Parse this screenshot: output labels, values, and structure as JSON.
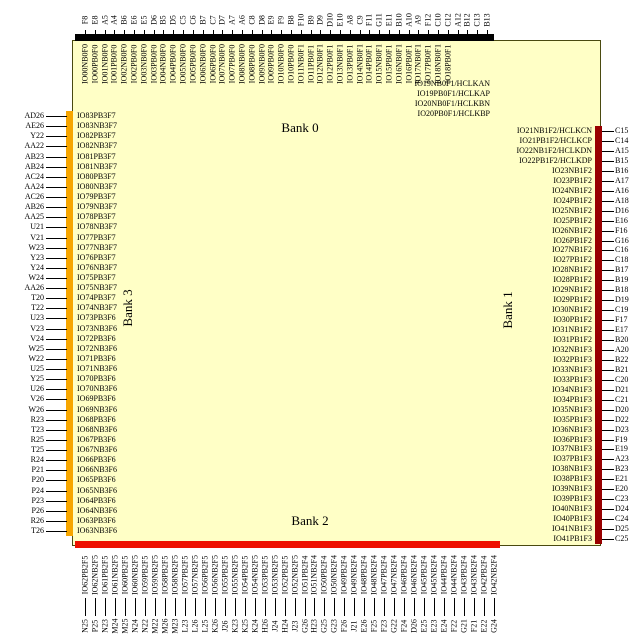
{
  "diagram": {
    "banks": [
      {
        "name": "Bank 0",
        "side": "top",
        "color": "#000000"
      },
      {
        "name": "Bank 1",
        "side": "right",
        "color": "#990000"
      },
      {
        "name": "Bank 2",
        "side": "bottom",
        "color": "#ee1100"
      },
      {
        "name": "Bank 3",
        "side": "left",
        "color": "#f7a600"
      }
    ],
    "top": {
      "balls": [
        "F8",
        "E8",
        "A5",
        "A4",
        "B6",
        "E6",
        "E5",
        "D6",
        "B5",
        "D5",
        "C5",
        "C6",
        "B7",
        "C7",
        "D7",
        "A7",
        "A6",
        "C8",
        "D8",
        "E9",
        "F9",
        "B8",
        "F10",
        "B9",
        "D9",
        "D10",
        "E10",
        "A8",
        "C9",
        "F11",
        "G11",
        "E11",
        "B10",
        "A10",
        "A9",
        "F12",
        "C10",
        "C12",
        "A12",
        "B12",
        "C13",
        "B13"
      ],
      "signals": [
        "IO00NB0F0",
        "IO00PB0F0",
        "IO01NB0F0",
        "IO01PB0F0",
        "IO02NB0F0",
        "IO02PB0F0",
        "IO03NB0F0",
        "IO03PB0F0",
        "IO04NB0F0",
        "IO04PB0F0",
        "IO05NB0F0",
        "IO05PB0F0",
        "IO06NB0F0",
        "IO06PB0F0",
        "IO07NB0F0",
        "IO07PB0F0",
        "IO08NB0F0",
        "IO08PB0F0",
        "IO09NB0F0",
        "IO09PB0F0",
        "IO10NB0F0",
        "IO10PB0F0",
        "IO11NB0F1",
        "IO11PB0F1",
        "IO12NB0F1",
        "IO12PB0F1",
        "IO13NB0F1",
        "IO13PB0F1",
        "IO14NB0F1",
        "IO14PB0F1",
        "IO15NB0F1",
        "IO15PB0F1",
        "IO16NB0F1",
        "IO16PB0F1",
        "IO17NB0F1",
        "IO17PB0F1",
        "IO18NB0F1",
        "IO18PB0F1",
        "IO19NB0F1/HCLKAN",
        "IO19PB0F1/HCLKAP",
        "IO20NB0F1/HCLKBN",
        "IO20PB0F1/HCLKBP"
      ]
    },
    "right": {
      "balls": [
        "C15",
        "C14",
        "A15",
        "B15",
        "B16",
        "A17",
        "A16",
        "A18",
        "D16",
        "E16",
        "F16",
        "G16",
        "C16",
        "C18",
        "B17",
        "B19",
        "B18",
        "D19",
        "C19",
        "F17",
        "E17",
        "B20",
        "A20",
        "B22",
        "B21",
        "C20",
        "D21",
        "C21",
        "D20",
        "D22",
        "D23",
        "F19",
        "E19",
        "A23",
        "B23",
        "E21",
        "E20",
        "C23",
        "D24",
        "C24",
        "D25",
        "C25"
      ],
      "signals": [
        "IO21NB1F2/HCLKCN",
        "IO21PB1F2/HCLKCP",
        "IO22NB1F2/HCLKDN",
        "IO22PB1F2/HCLKDP",
        "IO23NB1F2",
        "IO23PB1F2",
        "IO24NB1F2",
        "IO24PB1F2",
        "IO25NB1F2",
        "IO25PB1F2",
        "IO26NB1F2",
        "IO26PB1F2",
        "IO27NB1F2",
        "IO27PB1F2",
        "IO28NB1F2",
        "IO28PB1F2",
        "IO29NB1F2",
        "IO29PB1F2",
        "IO30NB1F2",
        "IO30PB1F2",
        "IO31NB1F2",
        "IO31PB1F2",
        "IO32NB1F3",
        "IO32PB1F3",
        "IO33NB1F3",
        "IO33PB1F3",
        "IO34NB1F3",
        "IO34PB1F3",
        "IO35NB1F3",
        "IO35PB1F3",
        "IO36NB1F3",
        "IO36PB1F3",
        "IO37NB1F3",
        "IO37PB1F3",
        "IO38NB1F3",
        "IO38PB1F3",
        "IO39NB1F3",
        "IO39PB1F3",
        "IO40NB1F3",
        "IO40PB1F3",
        "IO41NB1F3",
        "IO41PB1F3"
      ]
    },
    "bottom": {
      "balls": [
        "N25",
        "P25",
        "N23",
        "M24",
        "M25",
        "N24",
        "N22",
        "M22",
        "M26",
        "M23",
        "L23",
        "L26",
        "L25",
        "K26",
        "J26",
        "K23",
        "K25",
        "K24",
        "H26",
        "J24",
        "H24",
        "J23",
        "G26",
        "H23",
        "G25",
        "G23",
        "F26",
        "J21",
        "E26",
        "F25",
        "F23",
        "G22",
        "F24",
        "D26",
        "E25",
        "E23",
        "E24",
        "F22",
        "G21",
        "F21",
        "E22",
        "G24"
      ],
      "signals": [
        "IO62PB2F5",
        "IO62NB2F5",
        "IO61PB2F5",
        "IO61NB2F5",
        "IO60PB2F5",
        "IO60NB2F5",
        "IO59PB2F5",
        "IO59NB2F5",
        "IO58PB2F5",
        "IO58NB2F5",
        "IO57PB2F5",
        "IO57NB2F5",
        "IO56PB2F5",
        "IO56NB2F5",
        "IO55PB2F5",
        "IO55NB2F5",
        "IO54PB2F5",
        "IO54NB2F5",
        "IO53PB2F5",
        "IO53NB2F5",
        "IO52PB2F5",
        "IO52NB2F5",
        "IO51PB2F4",
        "IO51NB2F4",
        "IO50PB2F4",
        "IO50NB2F4",
        "IO49PB2F4",
        "IO49NB2F4",
        "IO48PB2F4",
        "IO48NB2F4",
        "IO47PB2F4",
        "IO47NB2F4",
        "IO46PB2F4",
        "IO46NB2F4",
        "IO45PB2F4",
        "IO45NB2F4",
        "IO44PB2F4",
        "IO44NB2F4",
        "IO43PB2F4",
        "IO43NB2F4",
        "IO42PB2F4",
        "IO42NB2F4"
      ]
    },
    "left": {
      "balls": [
        "AD26",
        "AE26",
        "Y22",
        "AA22",
        "AB23",
        "AB24",
        "AC24",
        "AA24",
        "AC26",
        "AB26",
        "AA25",
        "U21",
        "V21",
        "W23",
        "Y23",
        "Y24",
        "W24",
        "AA26",
        "T20",
        "T22",
        "U23",
        "V23",
        "V24",
        "W25",
        "W22",
        "U25",
        "Y25",
        "U26",
        "V26",
        "W26",
        "R23",
        "T23",
        "R25",
        "T25",
        "R24",
        "P21",
        "P20",
        "P24",
        "P23",
        "P26",
        "R26",
        "T26"
      ],
      "signals": [
        "IO83PB3F7",
        "IO83NB3F7",
        "IO82PB3F7",
        "IO82NB3F7",
        "IO81PB3F7",
        "IO81NB3F7",
        "IO80PB3F7",
        "IO80NB3F7",
        "IO79PB3F7",
        "IO79NB3F7",
        "IO78PB3F7",
        "IO78NB3F7",
        "IO77PB3F7",
        "IO77NB3F7",
        "IO76PB3F7",
        "IO76NB3F7",
        "IO75PB3F7",
        "IO75NB3F7",
        "IO74PB3F7",
        "IO74NB3F7",
        "IO73PB3F6",
        "IO73NB3F6",
        "IO72PB3F6",
        "IO72NB3F6",
        "IO71PB3F6",
        "IO71NB3F6",
        "IO70PB3F6",
        "IO70NB3F6",
        "IO69PB3F6",
        "IO69NB3F6",
        "IO68PB3F6",
        "IO68NB3F6",
        "IO67PB3F6",
        "IO67NB3F6",
        "IO66PB3F6",
        "IO66NB3F6",
        "IO65PB3F6",
        "IO65NB3F6",
        "IO64PB3F6",
        "IO64NB3F6",
        "IO63PB3F6",
        "IO63NB3F6"
      ]
    }
  }
}
